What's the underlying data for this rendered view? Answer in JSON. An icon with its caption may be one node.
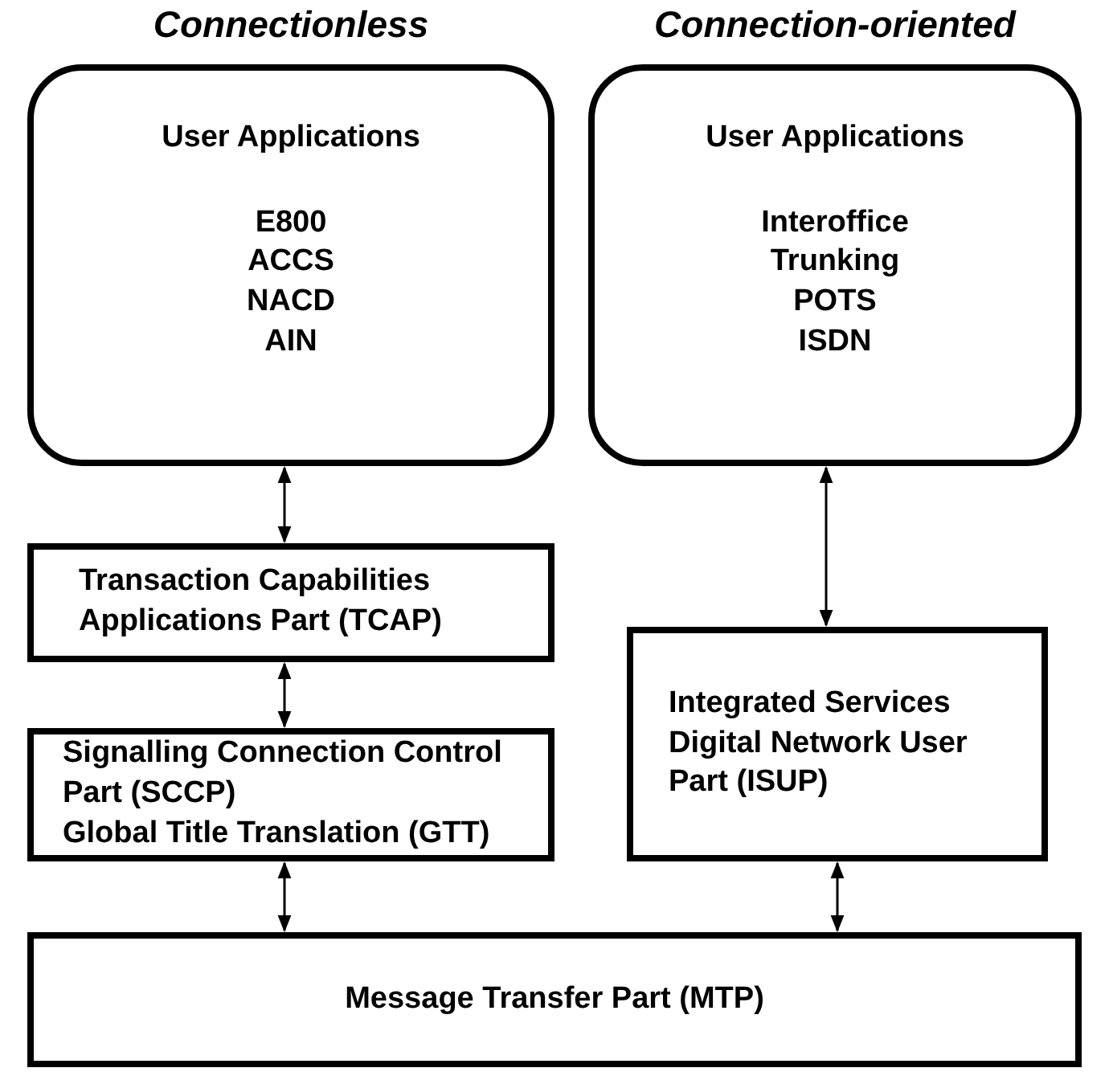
{
  "diagram": {
    "nodes": [
      {
        "text": [
          "User Applications",
          "E800",
          "ACCS",
          "NACD",
          "AIN"
        ]
      },
      {
        "text": [
          "User Applications",
          "Interoffice",
          "Trunking",
          "POTS",
          "ISDN"
        ]
      },
      {
        "text": [
          "Transaction Capabilities Applications Part (TCAP)"
        ]
      },
      {
        "text": [
          "Integrated Services Digital Network User Part (ISUP)"
        ]
      },
      {
        "text": [
          "Signalling Connection Control Part (SCCP)",
          "Global Title Translation (GTT)"
        ]
      },
      {
        "text": [
          "Message Transfer Part (MTP)"
        ]
      }
    ],
    "edges": [
      {
        "from": 0,
        "to": 2,
        "arrow": "both"
      },
      {
        "from": 1,
        "to": 3,
        "arrow": "both"
      },
      {
        "from": 2,
        "to": 4,
        "arrow": "both"
      },
      {
        "from": 4,
        "to": 5,
        "arrow": "both"
      },
      {
        "from": 3,
        "to": 5,
        "arrow": "both"
      }
    ],
    "labels": [
      "Connectionless",
      "Connection-oriented"
    ]
  }
}
